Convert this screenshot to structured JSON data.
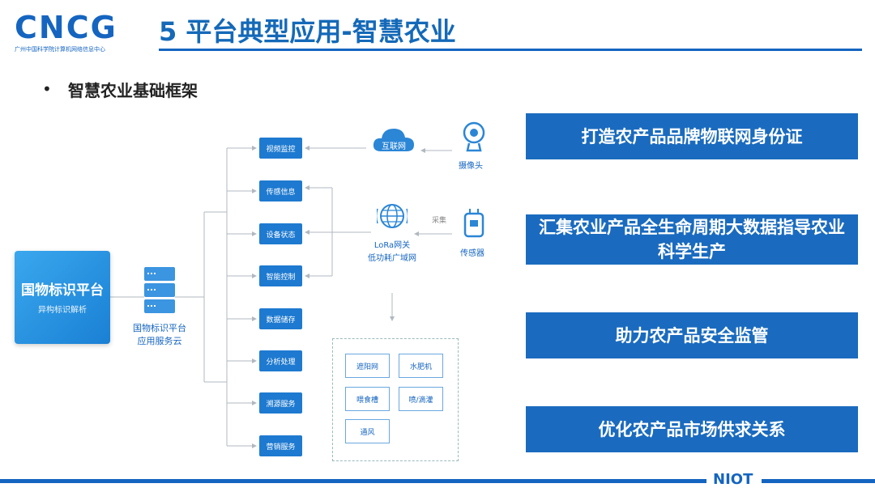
{
  "header": {
    "logo": "CNCG",
    "logo_subtitle": "广州中国科学院计算机网络信息中心",
    "title": "5 平台典型应用-智慧农业"
  },
  "bullet": {
    "mark": "•",
    "text": "智慧农业基础框架"
  },
  "diagram": {
    "platform": {
      "title": "国物标识平台",
      "subtitle": "异构标识解析"
    },
    "cloud_service": {
      "line1": "国物标识平台",
      "line2": "应用服务云"
    },
    "modules": [
      "视频监控",
      "传感信息",
      "设备状态",
      "智能控制",
      "数据储存",
      "分析处理",
      "溯源服务",
      "营销服务"
    ],
    "internet": "互联网",
    "camera": "摄像头",
    "lora": {
      "line1": "LoRa网关",
      "line2": "低功耗广域网"
    },
    "collect": "采集",
    "sensor": "传感器",
    "devices": [
      "遮阳网",
      "水肥机",
      "喂食槽",
      "喷/滴灌",
      "通风"
    ]
  },
  "features": [
    "打造农产品品牌物联网身份证",
    "汇集农业产品全生命周期大数据指导农业科学生产",
    "助力农产品安全监管",
    "优化农产品市场供求关系"
  ],
  "footer": {
    "brand": "NIOT"
  }
}
